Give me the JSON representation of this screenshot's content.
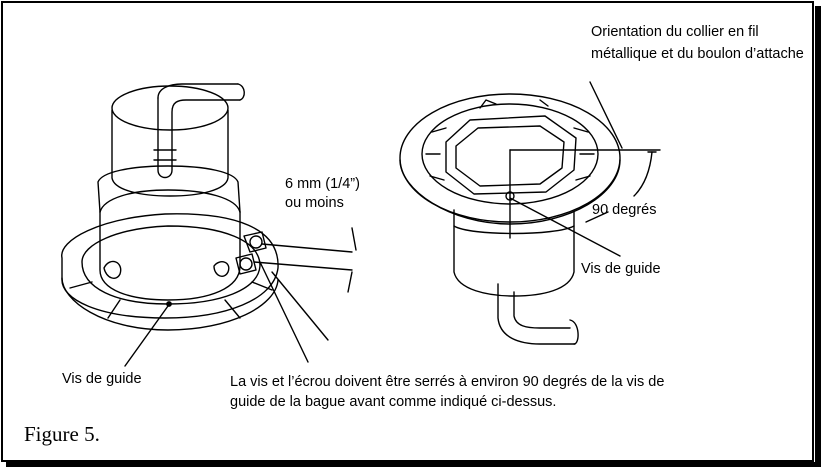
{
  "labels": {
    "orientation_line1": "Orientation du collier en fil",
    "orientation_line2": "métallique et du boulon d’attache",
    "gap_line1": "6 mm (1/4”)",
    "gap_line2": "ou moins",
    "angle": "90 degrés",
    "guide_screw_right": "Vis de guide",
    "guide_screw_left": "Vis de guide",
    "note_line1": "La vis et l’écrou doivent être serrés à environ 90 degrés de la vis de",
    "note_line2": "guide de la bague avant comme indiqué ci-dessus."
  },
  "caption": "Figure 5."
}
